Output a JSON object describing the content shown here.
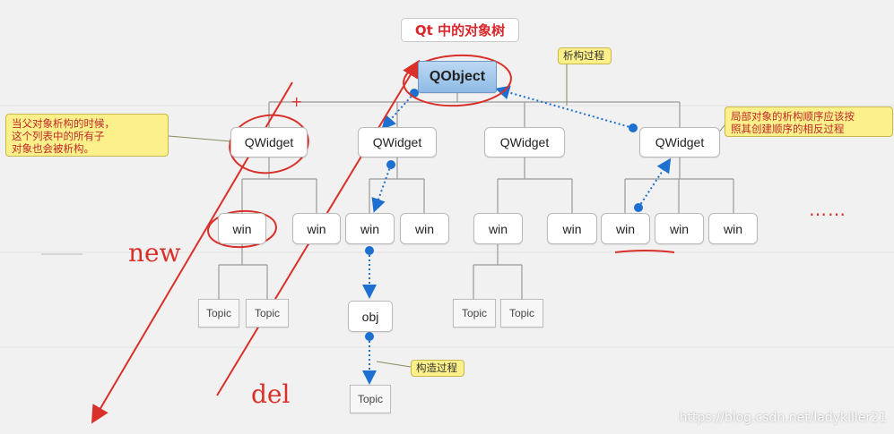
{
  "title": "Qt 中的对象树",
  "root": {
    "label": "QObject"
  },
  "level1": [
    {
      "label": "QWidget"
    },
    {
      "label": "QWidget"
    },
    {
      "label": "QWidget"
    },
    {
      "label": "QWidget"
    }
  ],
  "level2": [
    {
      "label": "win"
    },
    {
      "label": "win"
    },
    {
      "label": "win"
    },
    {
      "label": "win"
    },
    {
      "label": "win"
    },
    {
      "label": "win"
    },
    {
      "label": "win"
    },
    {
      "label": "win"
    },
    {
      "label": "win"
    }
  ],
  "leaves": [
    {
      "label": "Topic"
    },
    {
      "label": "Topic"
    },
    {
      "label": "obj"
    },
    {
      "label": "Topic"
    },
    {
      "label": "Topic"
    },
    {
      "label": "Topic"
    }
  ],
  "callouts": {
    "left": "当父对象析构的时候，\n这个列表中的所有子\n对象也会被析构。",
    "destruct_process": "析构过程",
    "right": "局部对象的析构顺序应该按\n照其创建顺序的相反过程",
    "construct_process": "构造过程"
  },
  "annotations": {
    "new": "new",
    "del": "del",
    "plus": "+",
    "ellipsis": "……"
  },
  "watermark": "https://blog.csdn.net/ladykiller21",
  "colors": {
    "accent_red": "#d9302a",
    "arrow_blue": "#1d6fd0",
    "root_blue": "#8fbbe6",
    "callout_yellow": "#fbf08a"
  }
}
